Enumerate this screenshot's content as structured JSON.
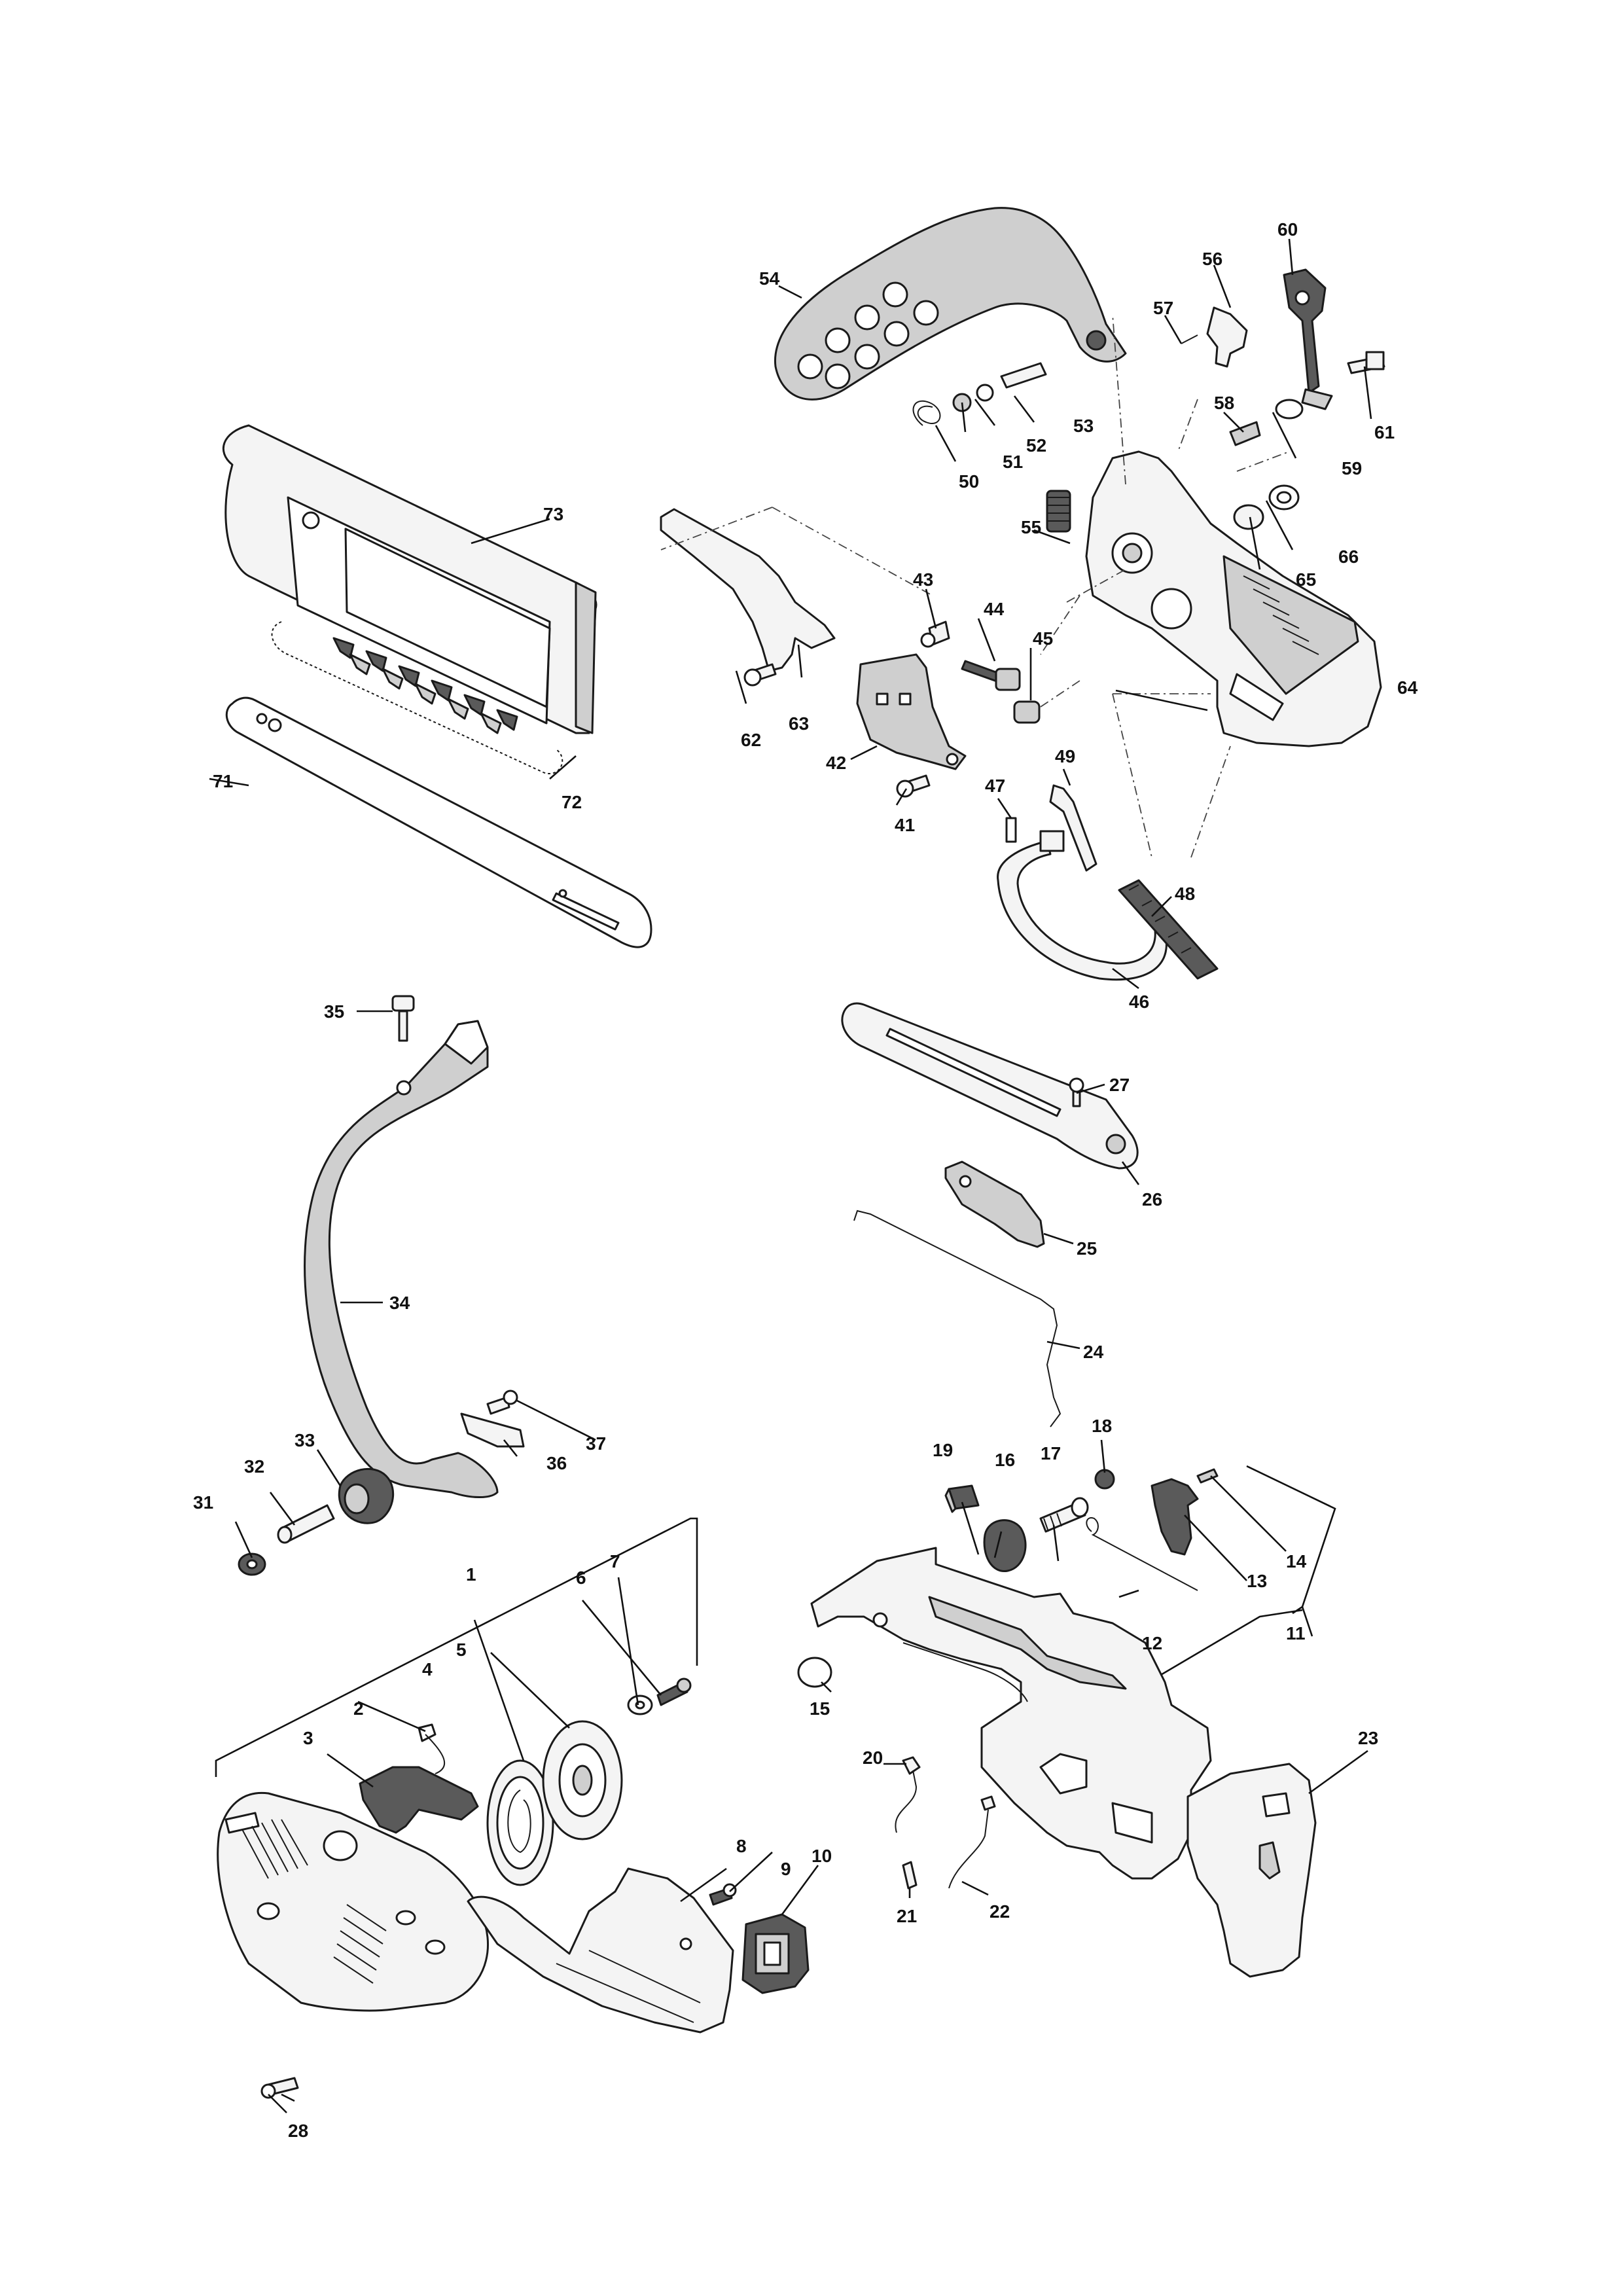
{
  "labels": [
    {
      "id": "1",
      "text": "1"
    },
    {
      "id": "2",
      "text": "2"
    },
    {
      "id": "3",
      "text": "3"
    },
    {
      "id": "4",
      "text": "4"
    },
    {
      "id": "5",
      "text": "5"
    },
    {
      "id": "6",
      "text": "6"
    },
    {
      "id": "7",
      "text": "7"
    },
    {
      "id": "8",
      "text": "8"
    },
    {
      "id": "9",
      "text": "9"
    },
    {
      "id": "10",
      "text": "10"
    },
    {
      "id": "11",
      "text": "11"
    },
    {
      "id": "12",
      "text": "12"
    },
    {
      "id": "13",
      "text": "13"
    },
    {
      "id": "14",
      "text": "14"
    },
    {
      "id": "15",
      "text": "15"
    },
    {
      "id": "16",
      "text": "16"
    },
    {
      "id": "17",
      "text": "17"
    },
    {
      "id": "18",
      "text": "18"
    },
    {
      "id": "19",
      "text": "19"
    },
    {
      "id": "20",
      "text": "20"
    },
    {
      "id": "21",
      "text": "21"
    },
    {
      "id": "22",
      "text": "22"
    },
    {
      "id": "23",
      "text": "23"
    },
    {
      "id": "24",
      "text": "24"
    },
    {
      "id": "25",
      "text": "25"
    },
    {
      "id": "26",
      "text": "26"
    },
    {
      "id": "27",
      "text": "27"
    },
    {
      "id": "28",
      "text": "28"
    },
    {
      "id": "31",
      "text": "31"
    },
    {
      "id": "32",
      "text": "32"
    },
    {
      "id": "33",
      "text": "33"
    },
    {
      "id": "34",
      "text": "34"
    },
    {
      "id": "35",
      "text": "35"
    },
    {
      "id": "36",
      "text": "36"
    },
    {
      "id": "37",
      "text": "37"
    },
    {
      "id": "41",
      "text": "41"
    },
    {
      "id": "42",
      "text": "42"
    },
    {
      "id": "43",
      "text": "43"
    },
    {
      "id": "44",
      "text": "44"
    },
    {
      "id": "45",
      "text": "45"
    },
    {
      "id": "46",
      "text": "46"
    },
    {
      "id": "47",
      "text": "47"
    },
    {
      "id": "48",
      "text": "48"
    },
    {
      "id": "49",
      "text": "49"
    },
    {
      "id": "50",
      "text": "50"
    },
    {
      "id": "51",
      "text": "51"
    },
    {
      "id": "52",
      "text": "52"
    },
    {
      "id": "53",
      "text": "53"
    },
    {
      "id": "54",
      "text": "54"
    },
    {
      "id": "55",
      "text": "55"
    },
    {
      "id": "56",
      "text": "56"
    },
    {
      "id": "57",
      "text": "57"
    },
    {
      "id": "58",
      "text": "58"
    },
    {
      "id": "59",
      "text": "59"
    },
    {
      "id": "60",
      "text": "60"
    },
    {
      "id": "61",
      "text": "61"
    },
    {
      "id": "62",
      "text": "62"
    },
    {
      "id": "63",
      "text": "63"
    },
    {
      "id": "64",
      "text": "64"
    },
    {
      "id": "65",
      "text": "65"
    },
    {
      "id": "66",
      "text": "66"
    },
    {
      "id": "71",
      "text": "71"
    },
    {
      "id": "72",
      "text": "72"
    },
    {
      "id": "73",
      "text": "73"
    }
  ]
}
